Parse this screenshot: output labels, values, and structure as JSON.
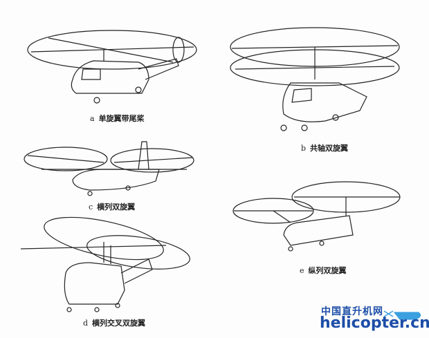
{
  "figures": [
    {
      "letter": "a",
      "caption": "单旋翼带尾桨"
    },
    {
      "letter": "b",
      "caption": "共轴双旋翼"
    },
    {
      "letter": "c",
      "caption": "横列双旋翼"
    },
    {
      "letter": "d",
      "caption": "横列交叉双旋翼"
    },
    {
      "letter": "e",
      "caption": "纵列双旋翼"
    }
  ],
  "watermark": {
    "chinese": "中国直升机网",
    "domain": "helicopter.cn",
    "accent_color": "#1d4ea8",
    "icon_color": "#3aa0e0"
  }
}
